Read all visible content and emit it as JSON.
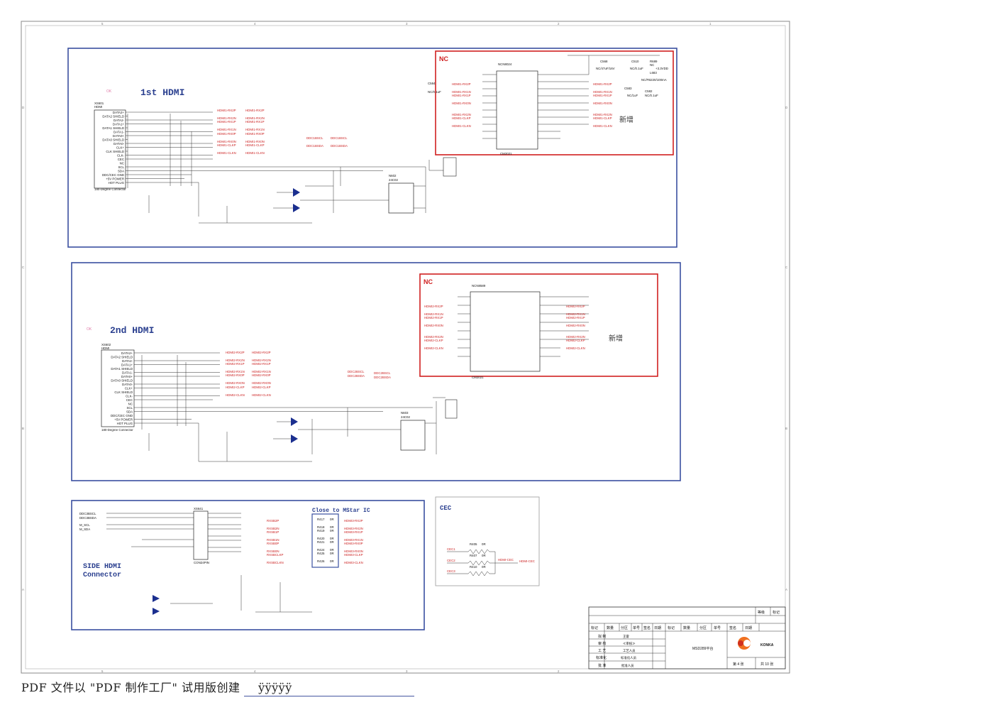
{
  "footer": {
    "prefix": "PDF 文件以 \"PDF 制作工厂\" 试用版创建",
    "suffix": "ÿÿÿÿÿ"
  },
  "sheet": {
    "cols": [
      "5",
      "4",
      "3",
      "2",
      "1"
    ],
    "rows": [
      "D",
      "C",
      "B",
      "A"
    ]
  },
  "hdmi1": {
    "title": "1st HDMI",
    "ok": "OK",
    "nc": "NC",
    "added": "新增",
    "connector_ref": "XS601",
    "connector_type": "HDMI",
    "connector_footer": "180-Degree Connector",
    "pins": [
      "DATA2+",
      "DATA2 SHIELD",
      "DATA2-",
      "DATA1+",
      "DATA1 SHIELD",
      "DATA1-",
      "DATA0+",
      "DATA0 SHIELD",
      "DATA0-",
      "CLK+",
      "CLK SHIELD",
      "CLK-",
      "CEC",
      "NC",
      "SCL",
      "SDA",
      "DDC/CEC GND",
      "+5V POWER",
      "HOT PLUG"
    ],
    "nets": [
      "HDMI1-RX2P",
      "HDMI1-RX2N",
      "HDMI1-RX1P",
      "HDMI1-RX1N",
      "HDMI1-RX0P",
      "HDMI1-RX0N",
      "HDMI1-CLKP",
      "HDMI1-CLKN"
    ],
    "chip": "NCN8024",
    "chip_part": "CM2021",
    "eeprom": "24C02",
    "eeprom_ref": "N602",
    "ddc": [
      "DDC1BSCL",
      "DDC1BSDA"
    ],
    "cap_labels": [
      "C568",
      "NC/47uF/16V",
      "C510",
      "NC/0.1uF",
      "R689",
      "NC",
      "+3.3VDD",
      "L683",
      "NC/FB220/100mA",
      "C583",
      "NC/1uF",
      "C582",
      "NC/0.1uF",
      "C584",
      "NC/0.1uF"
    ]
  },
  "hdmi2": {
    "title": "2nd HDMI",
    "ok": "OK",
    "nc": "NC",
    "added": "新增",
    "connector_ref": "XS602",
    "connector_type": "HDMI",
    "connector_footer": "180-Degree Connector",
    "nets": [
      "HDMI2-RX2P",
      "HDMI2-RX2N",
      "HDMI2-RX1P",
      "HDMI2-RX1N",
      "HDMI2-RX0P",
      "HDMI2-RX0N",
      "HDMI2-CLKP",
      "HDMI2-CLKN"
    ],
    "chip": "NCN8589",
    "chip_part": "CM2021",
    "eeprom": "24C02",
    "eeprom_ref": "N603",
    "ddc": [
      "DDC2BSCL",
      "DDC2BSDA"
    ]
  },
  "side": {
    "title_line1": "SIDE HDMI",
    "title_line2": "Connector",
    "close_to": "Close to MStar IC",
    "connector_ref": "XS641",
    "connector_part": "CON24PIN",
    "left_nets": [
      "DDC3BSCL",
      "DDC3BSDA",
      "M_SCL",
      "M_SDA"
    ],
    "close_rows": [
      [
        "RXSB2P",
        "R417",
        "0R",
        "HDMI3-RX2P"
      ],
      [
        "RXSB2N",
        "R418",
        "0R",
        "HDMI3-RX2N"
      ],
      [
        "RXSB1P",
        "R419",
        "0R",
        "HDMI3-RX1P"
      ],
      [
        "RXSB1N",
        "R420",
        "0R",
        "HDMI3-RX1N"
      ],
      [
        "RXSB0P",
        "R421",
        "0R",
        "HDMI3-RX0P"
      ],
      [
        "RXSB0N",
        "R424",
        "0R",
        "HDMI3-RX0N"
      ],
      [
        "RXSBCLKP",
        "R425",
        "0R",
        "HDMI3-CLKP"
      ],
      [
        "RXSBCLKN",
        "R426",
        "0R",
        "HDMI3-CLKN"
      ]
    ]
  },
  "cec": {
    "title": "CEC",
    "rows": [
      [
        "CEC1",
        "R405",
        "0R"
      ],
      [
        "CEC2",
        "R407",
        "0R"
      ],
      [
        "CEC3",
        "R410",
        "0R"
      ]
    ],
    "out": "HDMI-CEC"
  },
  "title_block": {
    "grade": "等级",
    "mark": "标记",
    "header": [
      "标记",
      "数量",
      "分区",
      "单号",
      "签名",
      "日期",
      "标记",
      "数量",
      "分区",
      "单号",
      "签名",
      "日期"
    ],
    "rows": [
      [
        "拟 制",
        "王雷"
      ],
      [
        "审 核",
        "≪审核≫"
      ],
      [
        "工 艺",
        "工艺人员"
      ],
      [
        "标准化",
        "标准化人员"
      ],
      [
        "批 准",
        "批准人员"
      ]
    ],
    "project": "MSD289平台",
    "brand": "KONKA",
    "sheet_no": "第 4 张",
    "sheet_total": "共 10 张"
  },
  "colors": {
    "frame_blue": "#3a4fa0",
    "nc_red": "#d02020",
    "wire_red": "#cc2222",
    "title_blue": "#2a3f8f",
    "brand_orange": "#f07020"
  }
}
